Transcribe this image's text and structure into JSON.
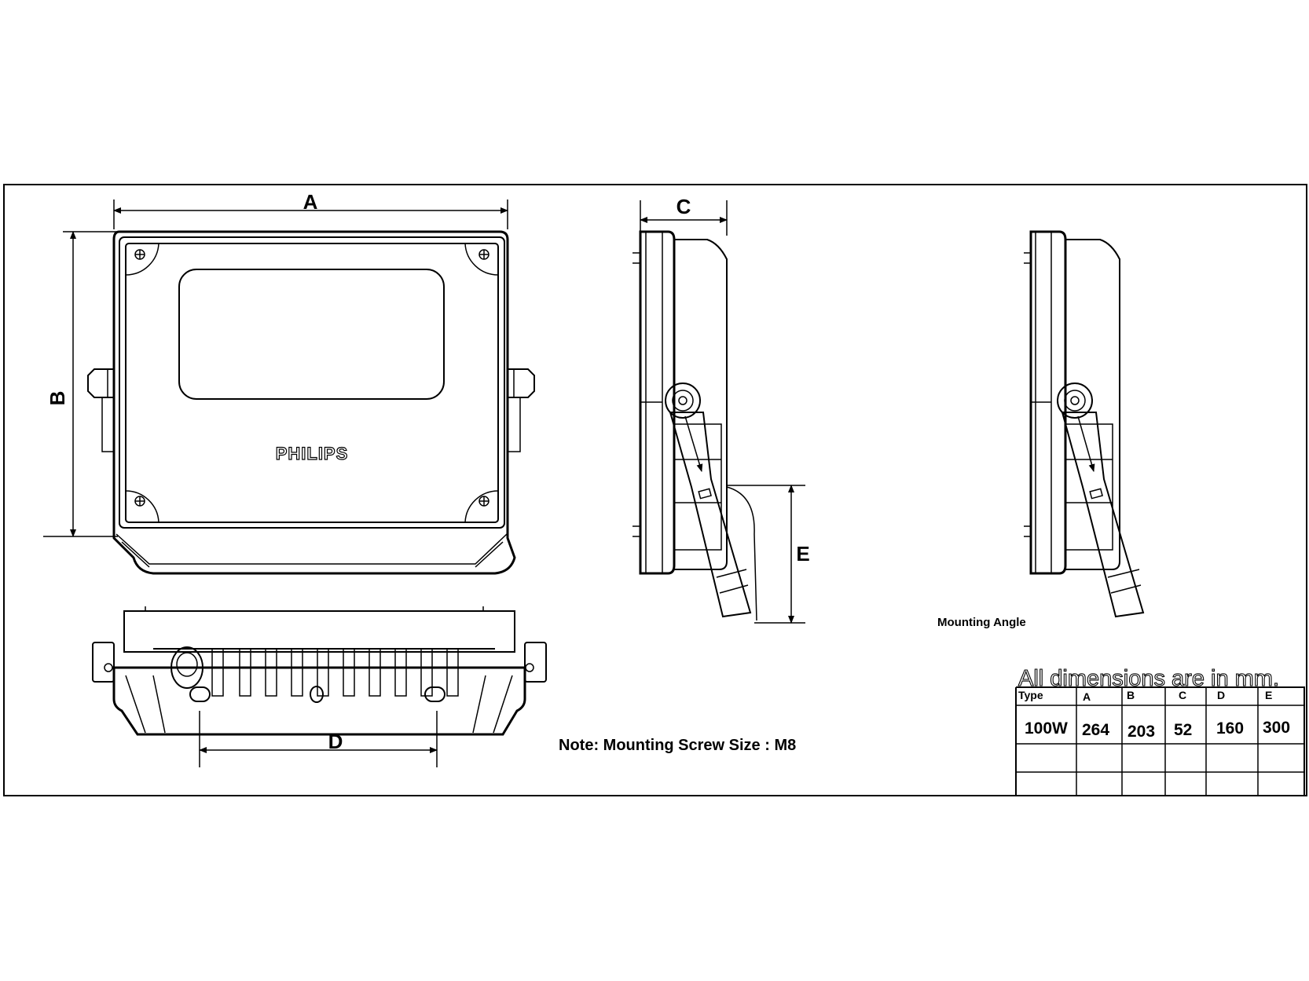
{
  "dimension_labels": {
    "a": "A",
    "b": "B",
    "c": "C",
    "d": "D",
    "e": "E"
  },
  "brand_logo": "PHILIPS",
  "notes": {
    "mounting_angle": "Mounting Angle",
    "mounting_screw": "Note: Mounting Screw Size : M8",
    "units": "All dimensions are in mm."
  },
  "dimension_table": {
    "headers": [
      "Type",
      "A",
      "B",
      "C",
      "D",
      "E"
    ],
    "rows": [
      [
        "100W",
        "264",
        "203",
        "52",
        "160",
        "300"
      ],
      [
        "",
        "",
        "",
        "",
        "",
        ""
      ],
      [
        "",
        "",
        "",
        "",
        "",
        ""
      ]
    ]
  }
}
